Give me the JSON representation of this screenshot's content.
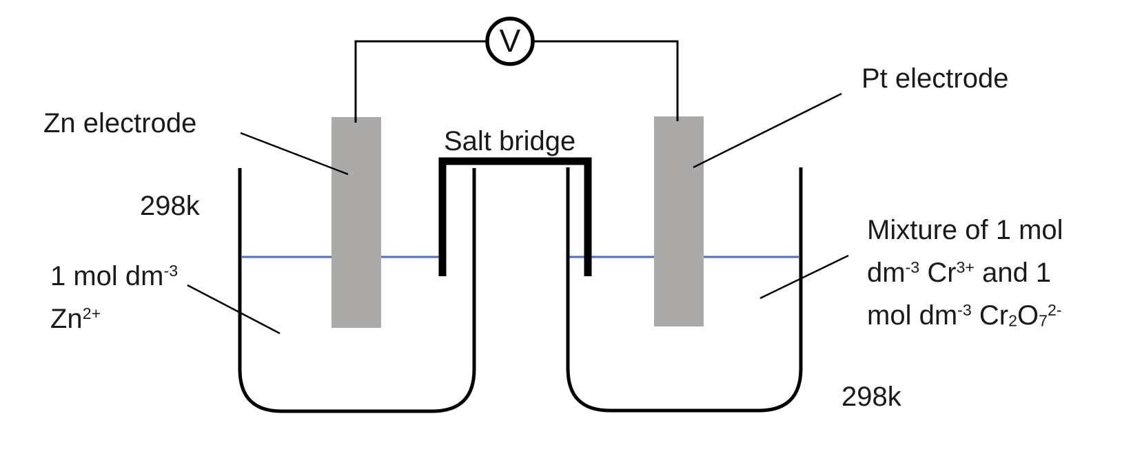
{
  "voltmeter": {
    "label": "V"
  },
  "labels": {
    "zn_electrode": "Zn electrode",
    "pt_electrode": "Pt electrode",
    "salt_bridge": "Salt bridge",
    "temp_left": "298k",
    "temp_right": "298k"
  },
  "left_solution": {
    "line1_base": "1 mol dm",
    "line1_sup": "-3",
    "line2_base": "Zn",
    "line2_sup": "2+"
  },
  "right_solution": {
    "line1": "Mixture of 1 mol",
    "line2_a": "dm",
    "line2_sup1": "-3",
    "line2_b": " Cr",
    "line2_sup2": "3+",
    "line2_c": " and 1",
    "line3_a": "mol dm",
    "line3_sup1": "-3",
    "line3_b": " Cr",
    "line3_sub1": "2",
    "line3_c": "O",
    "line3_sub2": "7",
    "line3_sup2": "2-"
  },
  "icons": {
    "voltmeter": "voltmeter-circle-V-icon"
  },
  "colors": {
    "electrode_gray": "#aca9a9",
    "solution_level_blue": "#4472c4",
    "outline_black": "#000000",
    "text": "#1a1a1a"
  }
}
